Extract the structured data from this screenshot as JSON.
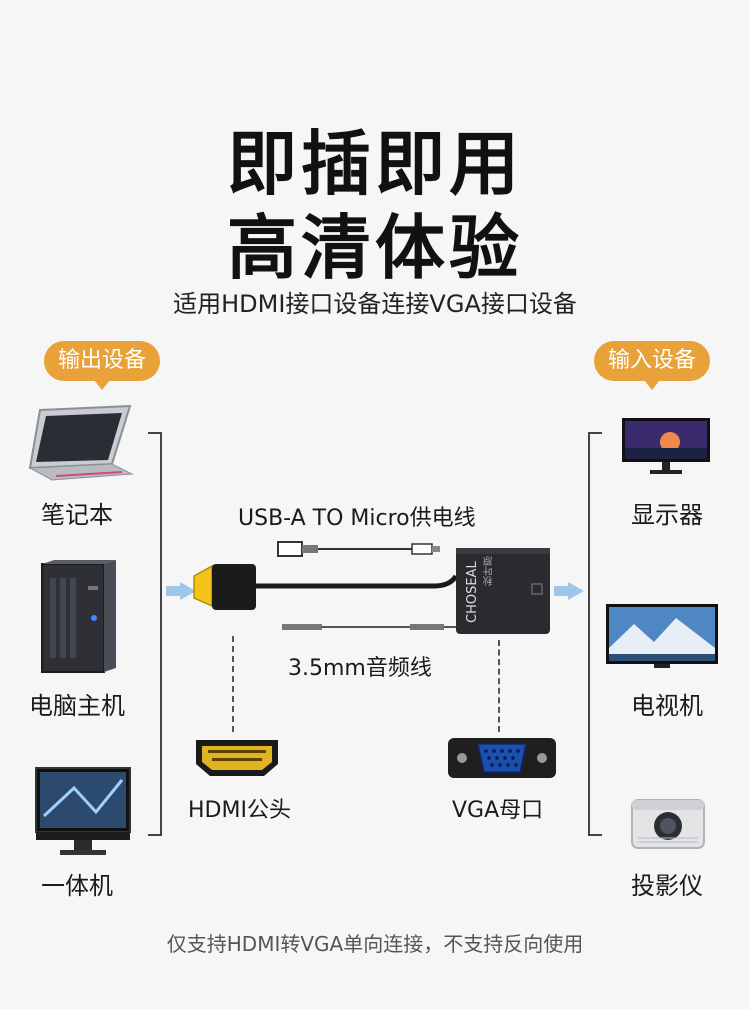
{
  "header": {
    "title_line1": "即插即用",
    "title_line2": "高清体验",
    "subtitle": "适用HDMI接口设备连接VGA接口设备"
  },
  "left": {
    "badge": "输出设备",
    "devices": [
      "笔记本",
      "电脑主机",
      "一体机"
    ]
  },
  "right": {
    "badge": "输入设备",
    "devices": [
      "显示器",
      "电视机",
      "投影仪"
    ]
  },
  "cables": {
    "usb_label": "USB-A TO Micro供电线",
    "audio_label": "3.5mm音频线",
    "adapter_brand": "CHOSEAL",
    "adapter_brand_cn": "秋叶原"
  },
  "connectors": {
    "hdmi_label": "HDMI公头",
    "vga_label": "VGA母口"
  },
  "footer": {
    "note": "仅支持HDMI转VGA单向连接，不支持反向使用"
  },
  "colors": {
    "accent_orange": "#e9a13a",
    "arrow_blue": "#9ec6ea",
    "background": "#f6f6f6",
    "hdmi_gold": "#f3c21b"
  }
}
